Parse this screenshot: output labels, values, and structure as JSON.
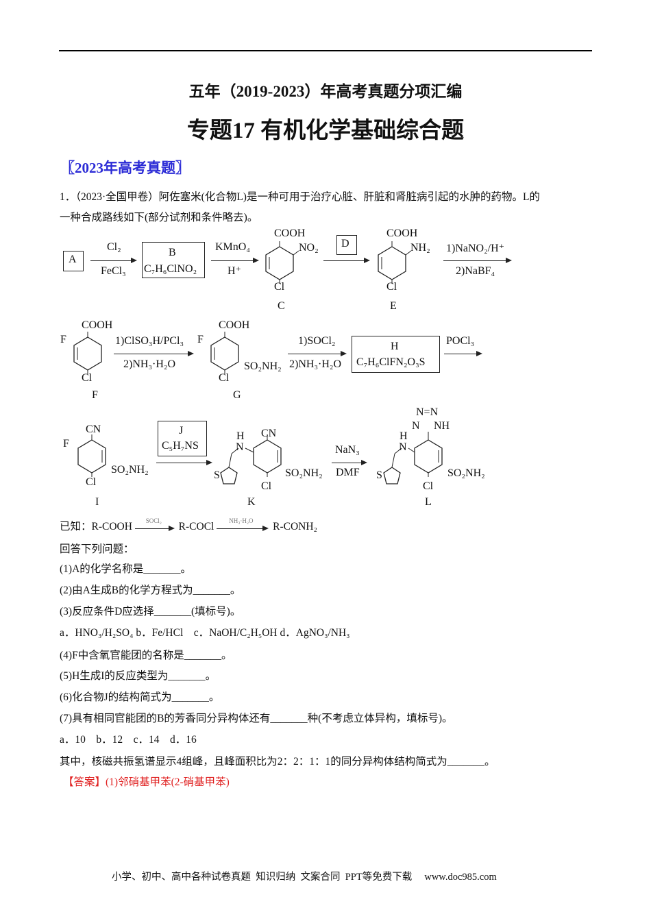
{
  "header": {
    "subtitle": "五年（2019-2023）年高考真题分项汇编",
    "title": "专题17  有机化学基础综合题"
  },
  "section": "〖2023年高考真题〗",
  "question": {
    "intro_line1": "1．（2023·全国甲卷）阿佐塞米(化合物L)是一种可用于治疗心脏、肝脏和肾脏病引起的水肿的药物。L的",
    "intro_line2": "一种合成路线如下(部分试剂和条件略去)。",
    "scheme": {
      "A": "A",
      "B": "B",
      "B_formula": "C₇H₆ClNO₂",
      "r1_top": "Cl₂",
      "r1_bottom": "FeCl₃",
      "r2_top": "KMnO₄",
      "r2_bottom": "H⁺",
      "C_cooh": "COOH",
      "C_no2": "NO₂",
      "C_cl": "Cl",
      "C_label": "C",
      "D": "D",
      "E_cooh": "COOH",
      "E_nh2": "NH₂",
      "E_cl": "Cl",
      "E_label": "E",
      "r3_top": "1)NaNO₂/H⁺",
      "r3_bottom": "2)NaBF₄",
      "F_cooh": "COOH",
      "F_f": "F",
      "F_cl": "Cl",
      "F_label": "F",
      "r4_top": "1)ClSO₃H/PCl₃",
      "r4_bottom": "2)NH₃·H₂O",
      "G_cooh": "COOH",
      "G_f": "F",
      "G_so2": "SO₂NH₂",
      "G_cl": "Cl",
      "G_label": "G",
      "r5_top": "1)SOCl₂",
      "r5_bottom": "2)NH₃·H₂O",
      "H": "H",
      "H_formula": "C₇H₆ClFN₂O₃S",
      "r6_top": "POCl₃",
      "I_cn": "CN",
      "I_f": "F",
      "I_so2": "SO₂NH₂",
      "I_cl": "Cl",
      "I_label": "I",
      "J": "J",
      "J_formula": "C₅H₇NS",
      "K_h": "H",
      "K_n": "N",
      "K_s": "S",
      "K_cn": "CN",
      "K_so2": "SO₂NH₂",
      "K_cl": "Cl",
      "K_label": "K",
      "r8_top": "NaN₃",
      "r8_bottom": "DMF",
      "L_nn": "N=N",
      "L_n": "N",
      "L_nh": "NH",
      "L_h": "H",
      "L_n2": "N",
      "L_s": "S",
      "L_so2": "SO₂NH₂",
      "L_cl": "Cl",
      "L_label": "L"
    },
    "known": {
      "prefix": "已知：R-COOH",
      "reagent1": "SOCl₂",
      "mid": "R-COCl",
      "reagent2": "NH₃·H₂O",
      "end": "R-CONH₂"
    },
    "lines": [
      "回答下列问题：",
      "(1)A的化学名称是_______。",
      "(2)由A生成B的化学方程式为_______。",
      "(3)反应条件D应选择_______(填标号)。",
      "a．HNO₃/H₂SO₄ b．Fe/HCl    c．NaOH/C₂H₅OH d．AgNO₃/NH₃",
      "(4)F中含氧官能团的名称是_______。",
      "(5)H生成I的反应类型为_______。",
      "(6)化合物J的结构简式为_______。",
      "(7)具有相同官能团的B的芳香同分异构体还有_______种(不考虑立体异构，填标号)。",
      "a．10    b．12    c．14    d．16",
      "其中，核磁共振氢谱显示4组峰，且峰面积比为2：2：1：1的同分异构体结构简式为_______。"
    ],
    "answer_tag": "【答案】",
    "answer": "(1)邻硝基甲苯(2-硝基甲苯)"
  },
  "footer": "小学、初中、高中各种试卷真题  知识归纳  文案合同  PPT等免费下载     www.doc985.com"
}
